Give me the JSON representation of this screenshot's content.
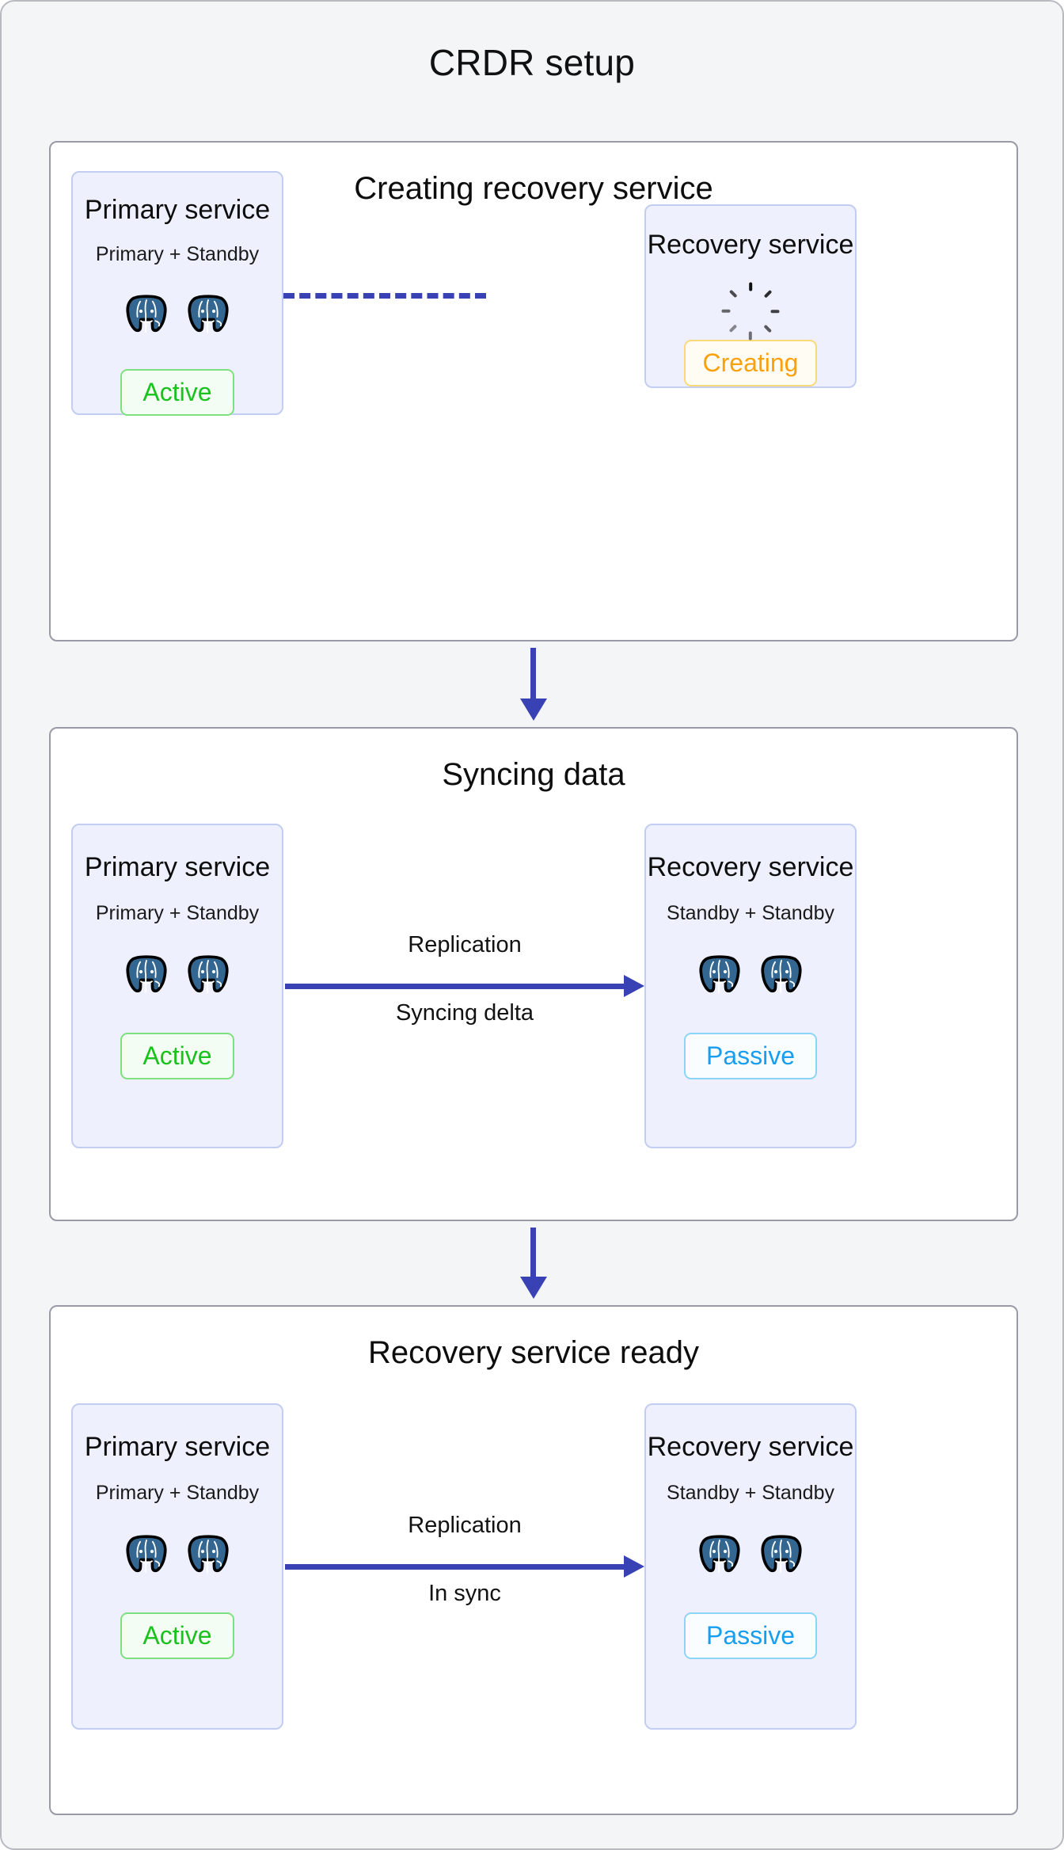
{
  "title": "CRDR setup",
  "icons": {
    "spinner": "loading-spinner-icon",
    "database": "postgresql-elephant-icon",
    "arrow_down": "arrow-down-icon",
    "arrow_right": "arrow-right-icon",
    "dashed_link": "dashed-connector-icon"
  },
  "colors": {
    "page_background": "#f4f5f7",
    "panel_background": "#ffffff",
    "panel_border": "#9a9aa6",
    "service_background": "#eef1fd",
    "service_border": "#c2cdf2",
    "connector_blue": "#3942b4",
    "active_green": "#19c21c",
    "passive_blue": "#179ef0",
    "creating_orange": "#fca00c"
  },
  "stages": [
    {
      "id": "creating-recovery-service",
      "title": "Creating recovery service",
      "left_service": {
        "name": "Primary service",
        "topology": "Primary + Standby",
        "node_count": 2,
        "status": "Active",
        "status_kind": "active"
      },
      "right_service": {
        "name": "Recovery service",
        "topology": "",
        "node_count": 0,
        "status": "Creating",
        "status_kind": "creating",
        "has_spinner": true
      },
      "connector": {
        "kind": "dashed",
        "label_top": "",
        "label_bottom": ""
      }
    },
    {
      "id": "syncing-data",
      "title": "Syncing data",
      "left_service": {
        "name": "Primary service",
        "topology": "Primary + Standby",
        "node_count": 2,
        "status": "Active",
        "status_kind": "active"
      },
      "right_service": {
        "name": "Recovery service",
        "topology": "Standby + Standby",
        "node_count": 2,
        "status": "Passive",
        "status_kind": "passive",
        "has_spinner": false
      },
      "connector": {
        "kind": "arrow",
        "label_top": "Replication",
        "label_bottom": "Syncing delta"
      }
    },
    {
      "id": "recovery-service-ready",
      "title": "Recovery service ready",
      "left_service": {
        "name": "Primary service",
        "topology": "Primary + Standby",
        "node_count": 2,
        "status": "Active",
        "status_kind": "active"
      },
      "right_service": {
        "name": "Recovery service",
        "topology": "Standby + Standby",
        "node_count": 2,
        "status": "Passive",
        "status_kind": "passive",
        "has_spinner": false
      },
      "connector": {
        "kind": "arrow",
        "label_top": "Replication",
        "label_bottom": "In sync"
      }
    }
  ],
  "flow_arrows": [
    {
      "id": "stage1-to-stage2",
      "direction": "down"
    },
    {
      "id": "stage2-to-stage3",
      "direction": "down"
    }
  ]
}
